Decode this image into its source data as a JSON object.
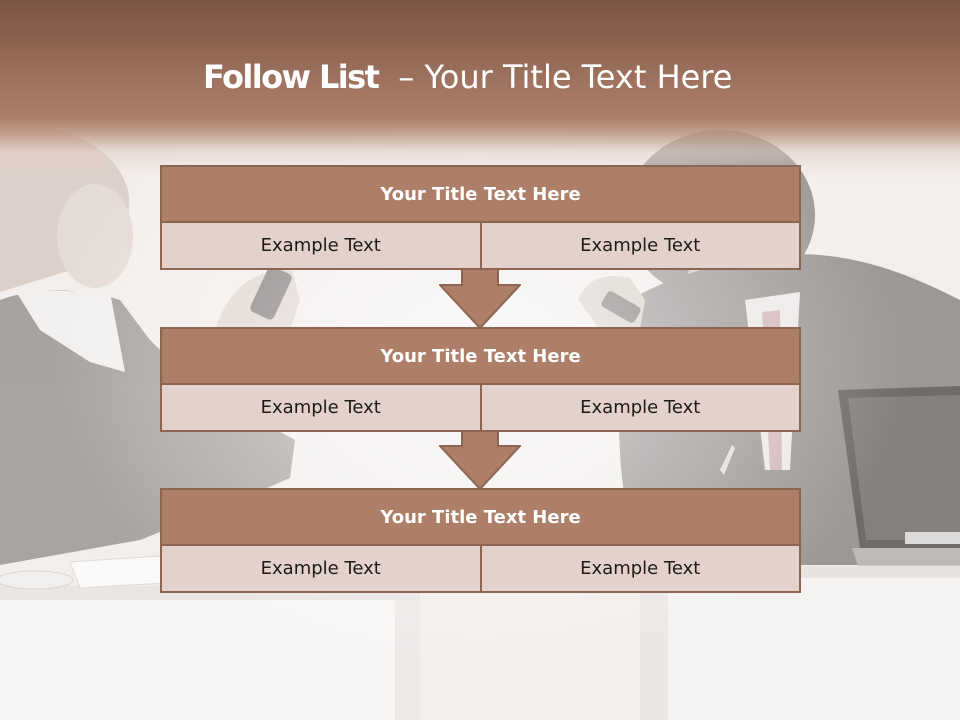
{
  "slide": {
    "title_bold": "Follow List",
    "title_rest": "– Your Title Text Here"
  },
  "steps": [
    {
      "title": "Your Title Text Here",
      "items": [
        "Example Text",
        "Example Text"
      ]
    },
    {
      "title": "Your Title Text Here",
      "items": [
        "Example Text",
        "Example Text"
      ]
    },
    {
      "title": "Your Title Text Here",
      "items": [
        "Example Text",
        "Example Text"
      ]
    }
  ],
  "colors": {
    "band": "#7a5544",
    "header": "#ae7f68",
    "cell": "#e3d2cb",
    "border": "#8c6653",
    "title_text": "#ffffff",
    "cell_text": "#1e1a18"
  }
}
